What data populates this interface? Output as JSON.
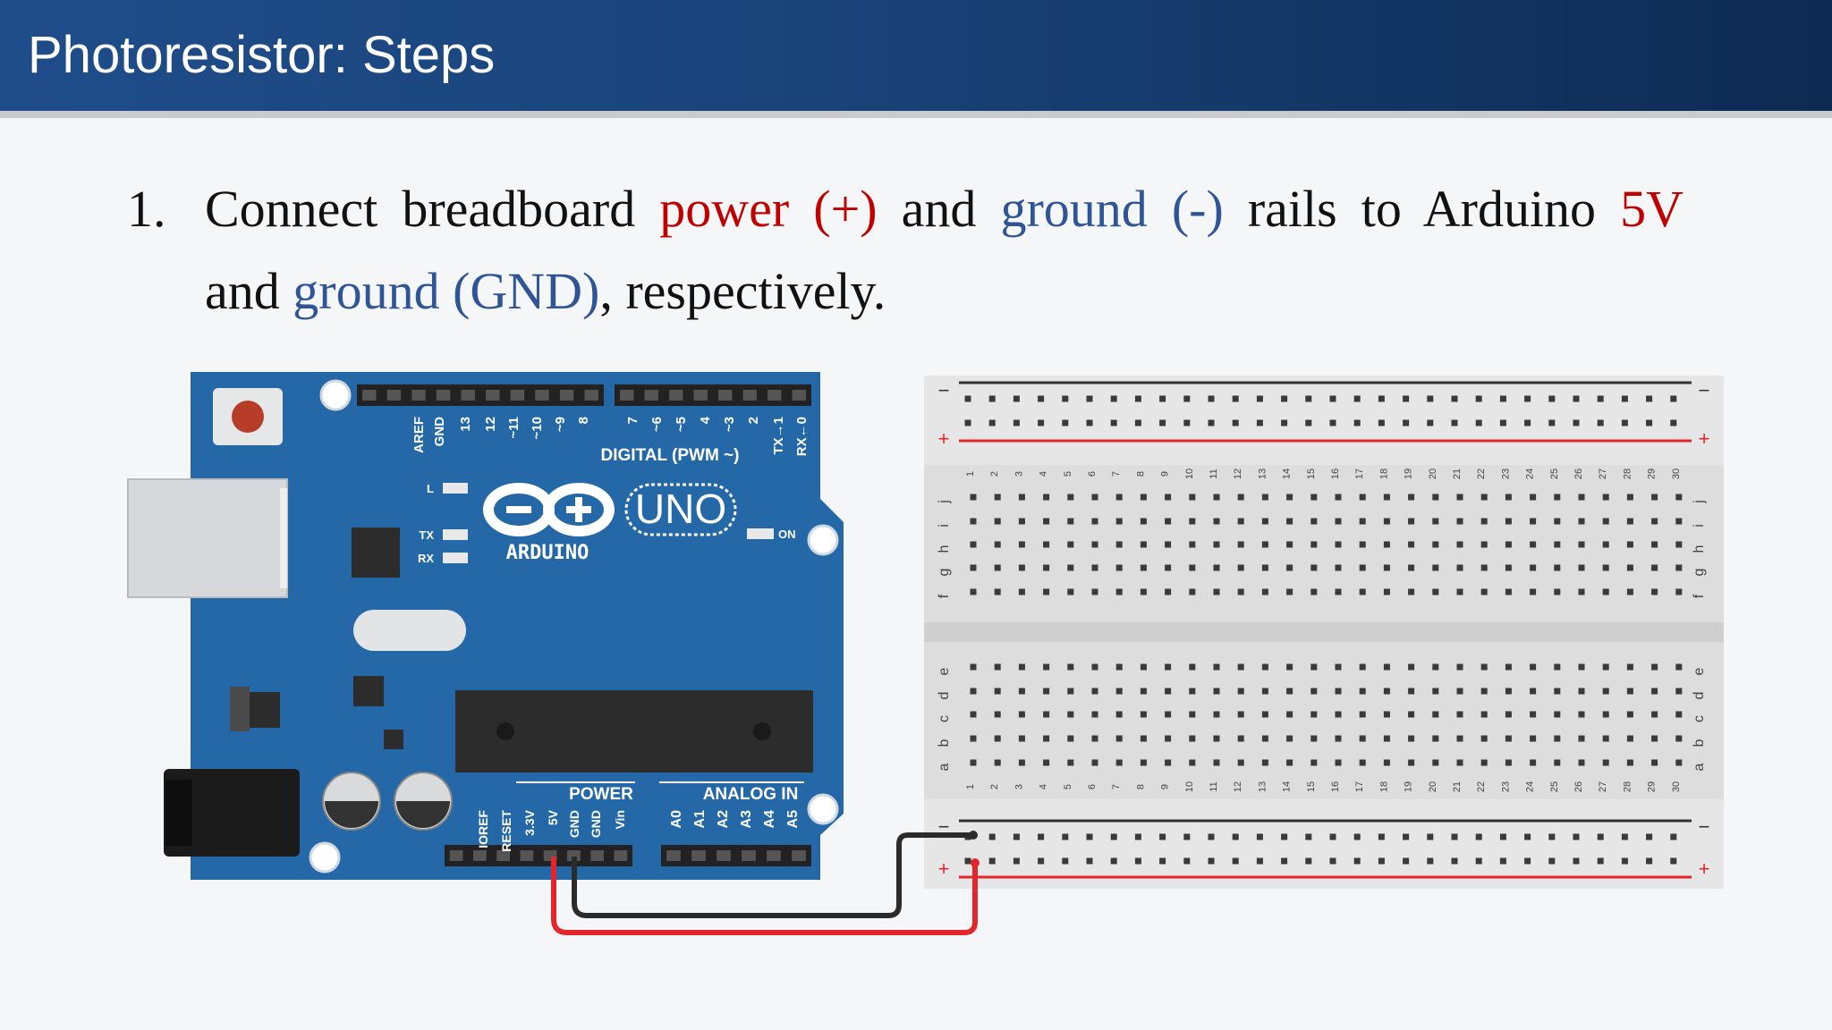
{
  "slide": {
    "title": "Photoresistor: Steps",
    "step": {
      "number": "1.",
      "t1": "Connect breadboard",
      "t2": "power (+)",
      "t3": "and",
      "t4": "ground (-)",
      "t5": "rails to Arduino",
      "t6": "5V",
      "t7": "and",
      "t8": "ground (GND)",
      "t9": ", respectively."
    }
  },
  "arduino": {
    "brand": "ARDUINO",
    "model": "UNO",
    "digital_label": "DIGITAL (PWM ~)",
    "digital_pins": [
      "AREF",
      "GND",
      "13",
      "12",
      "~11",
      "~10",
      "~9",
      "8",
      "7",
      "~6",
      "~5",
      "4",
      "~3",
      "2",
      "TX→1",
      "RX←0"
    ],
    "led_labels": [
      "L",
      "TX",
      "RX",
      "ON"
    ],
    "power_label": "POWER",
    "analog_label": "ANALOG IN",
    "power_pins": [
      "IOREF",
      "RESET",
      "3.3V",
      "5V",
      "GND",
      "GND",
      "Vin"
    ],
    "analog_pins": [
      "A0",
      "A1",
      "A2",
      "A3",
      "A4",
      "A5"
    ]
  },
  "breadboard": {
    "columns": 30,
    "top_rows": [
      "j",
      "i",
      "h",
      "g",
      "f"
    ],
    "bottom_rows": [
      "e",
      "d",
      "c",
      "b",
      "a"
    ],
    "rail_plus": "+",
    "rail_minus": "−"
  },
  "colors": {
    "title_bar": "#1f4d8a",
    "emphasis_red": "#c00000",
    "emphasis_blue": "#2f5597",
    "board_blue": "#2468a8",
    "wire_red": "#e3262b",
    "wire_black": "#2b2b2b"
  }
}
